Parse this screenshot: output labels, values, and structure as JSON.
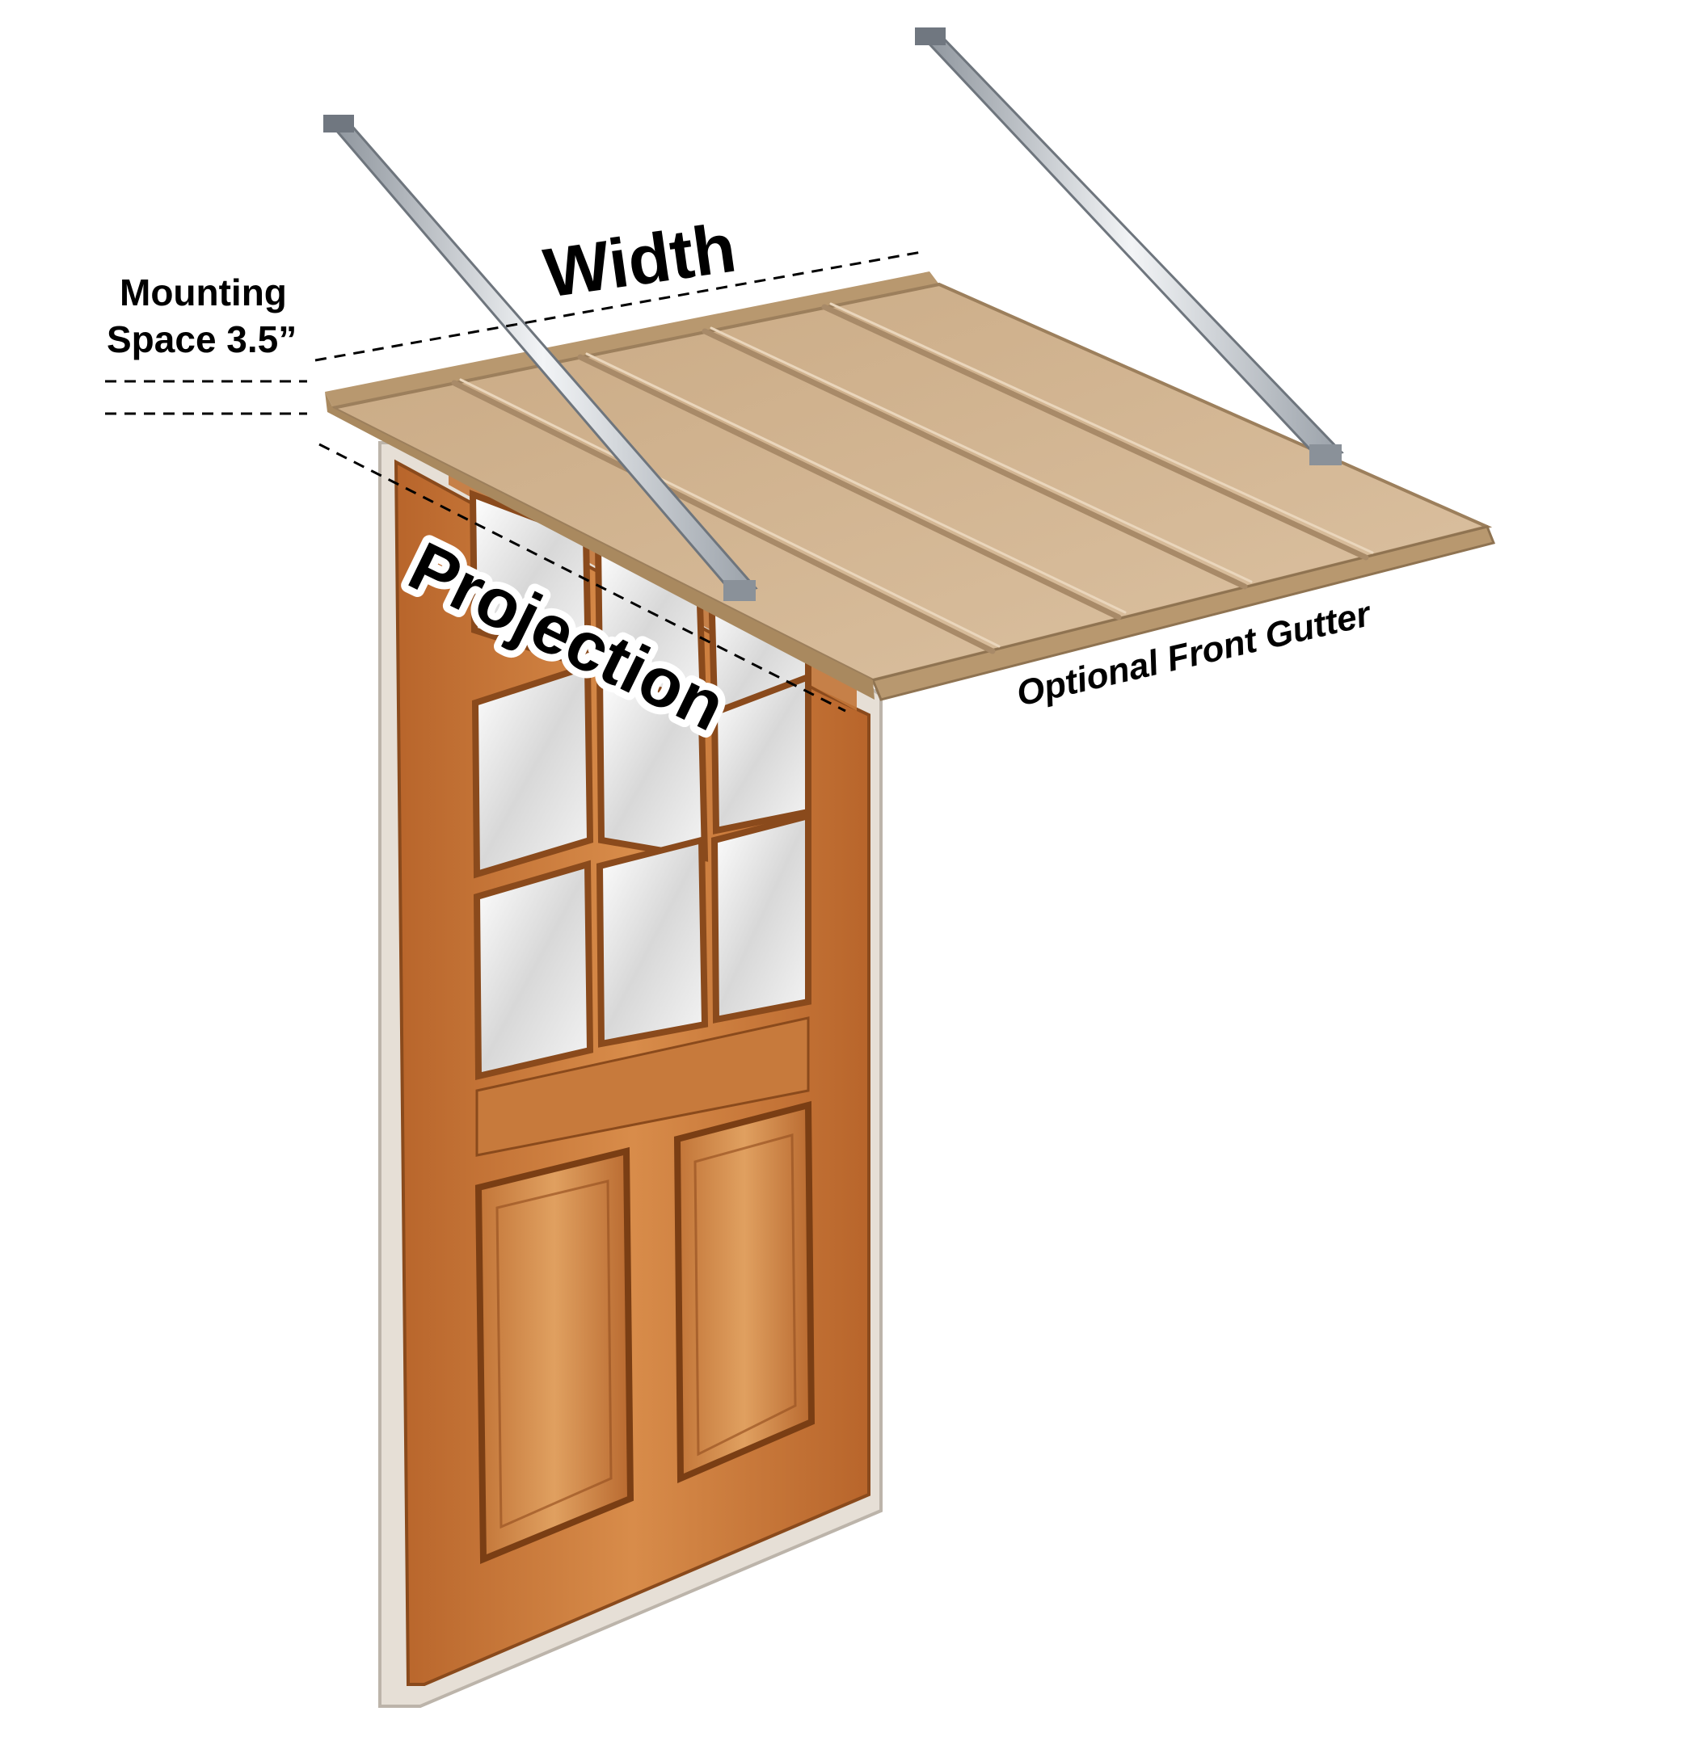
{
  "labels": {
    "width": "Width",
    "projection": "Projection",
    "mounting_line1": "Mounting",
    "mounting_line2": "Space 3.5”",
    "gutter": "Optional Front Gutter"
  },
  "colors": {
    "awning": "#c8a882",
    "awning_dark": "#a88a68",
    "awning_light": "#ddc2a0",
    "door_wood": "#c8783a",
    "door_wood_dark": "#9a5424",
    "frame": "#e8e2da",
    "glass": "#eeeeee",
    "strut": "#c9cfd6"
  },
  "icons": [
    "door-illustration",
    "awning-illustration",
    "support-strut-icon"
  ]
}
